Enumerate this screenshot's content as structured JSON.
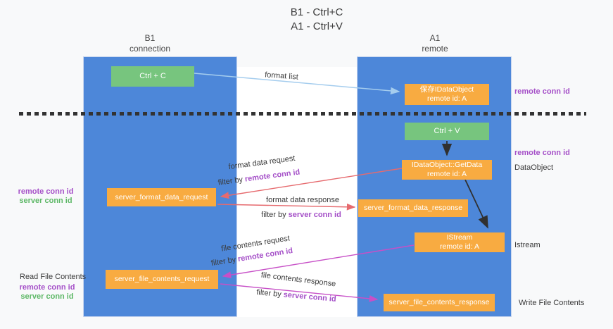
{
  "title": {
    "line1": "B1 - Ctrl+C",
    "line2": "A1 - Ctrl+V"
  },
  "lanes": {
    "left": {
      "title": "B1",
      "subtitle": "connection"
    },
    "right": {
      "title": "A1",
      "subtitle": "remote"
    }
  },
  "nodes": {
    "ctrl_c": {
      "label": "Ctrl + C"
    },
    "ctrl_v": {
      "label": "Ctrl + V"
    },
    "save_idataobject": {
      "line1": "保存IDataObject",
      "line2": "remote id: A"
    },
    "idataobject_getdata": {
      "line1": "IDataObject::GetData",
      "line2": "remote id: A"
    },
    "istream": {
      "line1": "IStream",
      "line2": "remote id: A"
    },
    "server_format_data_request": {
      "label": "server_format_data_request"
    },
    "server_format_data_response": {
      "label": "server_format_data_response"
    },
    "server_file_contents_request": {
      "label": "server_file_contents_request"
    },
    "server_file_contents_response": {
      "label": "server_file_contents_response"
    }
  },
  "flow_labels": {
    "format_list": "format list",
    "format_data_request": "format data request",
    "format_data_response": "format data response",
    "file_contents_request": "file contents request",
    "file_contents_response": "file contents response",
    "filter_by": "filter by",
    "remote_conn_id": "remote conn id",
    "server_conn_id": "server conn id"
  },
  "annotations": {
    "right_remote_conn_id_top": "remote conn id",
    "right_remote_conn_id_mid": "remote conn id",
    "dataobject": "DataObject",
    "istream": "Istream",
    "write_file_contents": "Write File Contents",
    "read_file_contents": "Read File Contents",
    "left_remote_conn_id_1": "remote conn id",
    "left_server_conn_id_1": "server conn id",
    "left_remote_conn_id_2": "remote conn id",
    "left_server_conn_id_2": "server conn id"
  },
  "colors": {
    "lane_blue": "#4d87d9",
    "box_orange": "#f8ab41",
    "box_green": "#77c57e",
    "arrow_red": "#e66a6e",
    "arrow_magenta": "#c750c7",
    "arrow_blue": "#a5cdee",
    "arrow_black": "#303030",
    "text_purple": "#a550c8",
    "text_green": "#5eb867",
    "divider": "#333333"
  }
}
